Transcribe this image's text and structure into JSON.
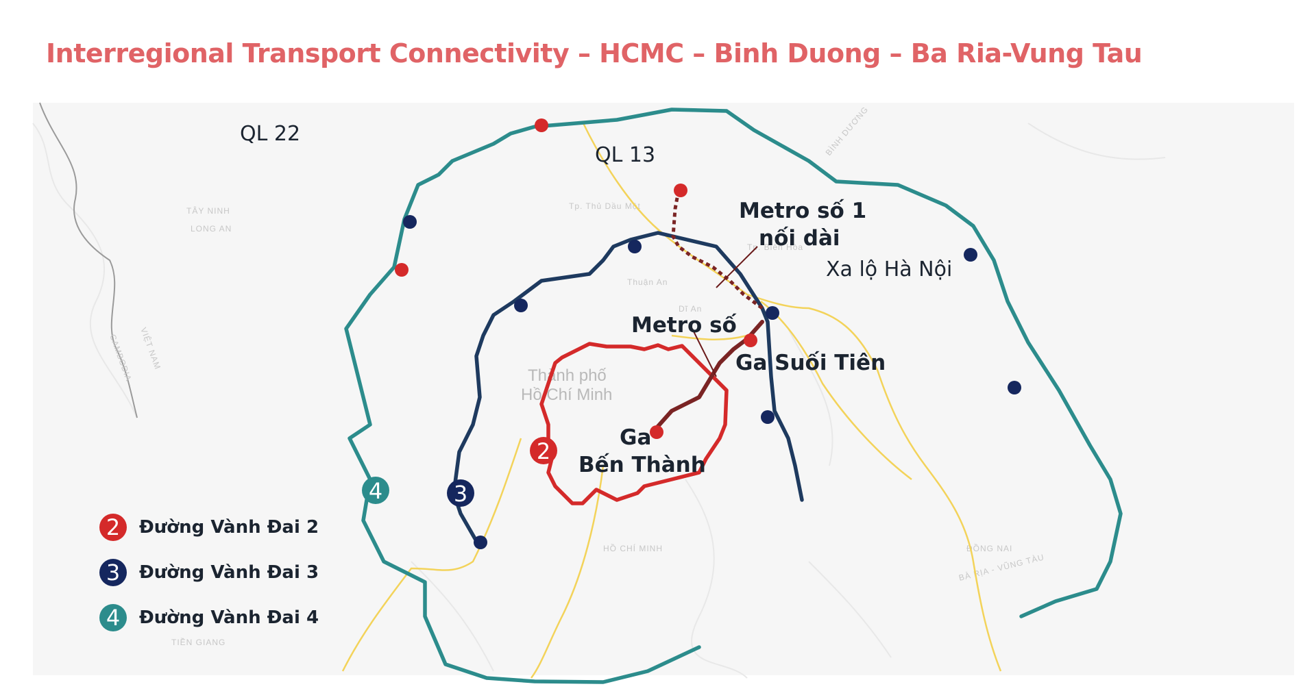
{
  "title": "Interregional Transport Connectivity – HCMC – Binh Duong – Ba Ria-Vung Tau",
  "colors": {
    "title": "#e06366",
    "ring2": "#d42a2a",
    "ring3": "#1e3a5f",
    "ring4": "#2c8c8c",
    "metro": "#7a2424",
    "highway": "#f3d35a",
    "stop_ring3": "#15275e"
  },
  "labels": {
    "ql22": "QL 22",
    "ql13": "QL 13",
    "metro1_ext_line1": "Metro số 1",
    "metro1_ext_line2": "nối dài",
    "xa_lo": "Xa lộ Hà Nội",
    "metro_so": "Metro số",
    "ga_suoi_tien": "Ga Suối Tiên",
    "ga": "Ga",
    "ben_thanh": "Bến Thành",
    "city_line1": "Thành phố",
    "city_line2": "Hồ Chí Minh"
  },
  "ring_markers": {
    "ring2": "2",
    "ring3": "3",
    "ring4": "4"
  },
  "legend": [
    {
      "number": "2",
      "label": "Đường Vành Đai 2",
      "color": "#d42a2a"
    },
    {
      "number": "3",
      "label": "Đường Vành Đai 3",
      "color": "#15275e"
    },
    {
      "number": "4",
      "label": "Đường Vành Đai 4",
      "color": "#2c8c8c"
    }
  ],
  "basemap_labels": {
    "tay_ninh": "TÂY NINH",
    "long_an": "LONG AN",
    "binh_duong": "BÌNH DƯƠNG",
    "dong_nai": "ĐỒNG NAI",
    "hcm": "HỒ CHÍ MINH",
    "br_vt": "BÀ RỊA - VŨNG TÀU",
    "tien_giang": "TIỀN GIANG",
    "thu_dau_mot": "Tp. Thủ Dầu Một",
    "bien_hoa": "Tp. Biên Hòa",
    "thuan_an": "Thuận An",
    "di_an": "Dĩ An",
    "viet_nam": "VIỆT NAM",
    "cambodia": "CAMBODIA"
  }
}
